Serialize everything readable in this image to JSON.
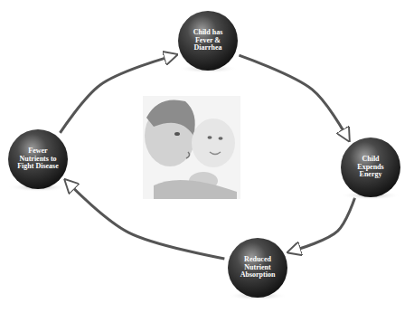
{
  "diagram": {
    "nodes": [
      {
        "text": [
          "Child has Fever & Diarrhea"
        ]
      },
      {
        "text": [
          "Child Expends Energy"
        ]
      },
      {
        "text": [
          "Reduced Nutrient Absorption"
        ]
      },
      {
        "text": [
          "Fewer Nutrients to Fight Disease"
        ]
      }
    ],
    "edges": [
      {
        "from": 0,
        "to": 1,
        "arrow": "to"
      },
      {
        "from": 1,
        "to": 2,
        "arrow": "to"
      },
      {
        "from": 2,
        "to": 3,
        "arrow": "to"
      },
      {
        "from": 3,
        "to": 0,
        "arrow": "to"
      }
    ]
  }
}
